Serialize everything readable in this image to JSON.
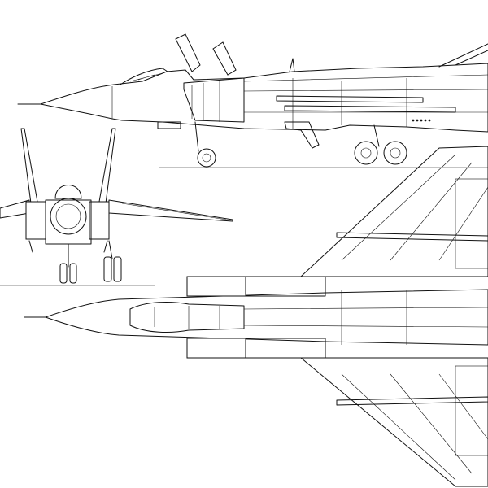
{
  "drawing": {
    "stroke_color": "#111111",
    "background_color": "#ffffff",
    "views": [
      {
        "id": "side",
        "kind": "side-elevation"
      },
      {
        "id": "front",
        "kind": "front-elevation"
      },
      {
        "id": "top",
        "kind": "plan-view"
      }
    ]
  }
}
